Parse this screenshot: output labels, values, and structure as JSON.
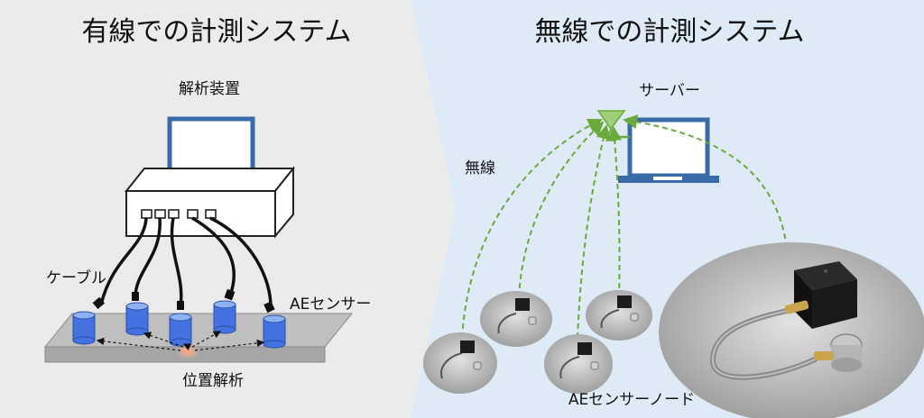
{
  "diagram": {
    "wired": {
      "title": "有線での計測システム",
      "analyzer_label": "解析装置",
      "cable_label": "ケーブル",
      "sensor_label": "AEセンサー",
      "localization_label": "位置解析"
    },
    "wireless": {
      "title": "無線での計測システム",
      "server_label": "サーバー",
      "wireless_label": "無線",
      "node_label": "AEセンサーノード"
    },
    "colors": {
      "left_background": "#ebebeb",
      "right_background": "#deebf7",
      "laptop_frame": "#3a6aa8",
      "sensor_fill": "#4472e0",
      "wireless_link": "#6aaa3c",
      "plate": "#a6a6a6",
      "source_highlight": "#f4a582"
    },
    "icons": {
      "antenna": "triangle-antenna-icon",
      "laptop": "laptop-icon",
      "hub": "network-hub-icon",
      "sensor": "cylinder-sensor-icon"
    }
  }
}
